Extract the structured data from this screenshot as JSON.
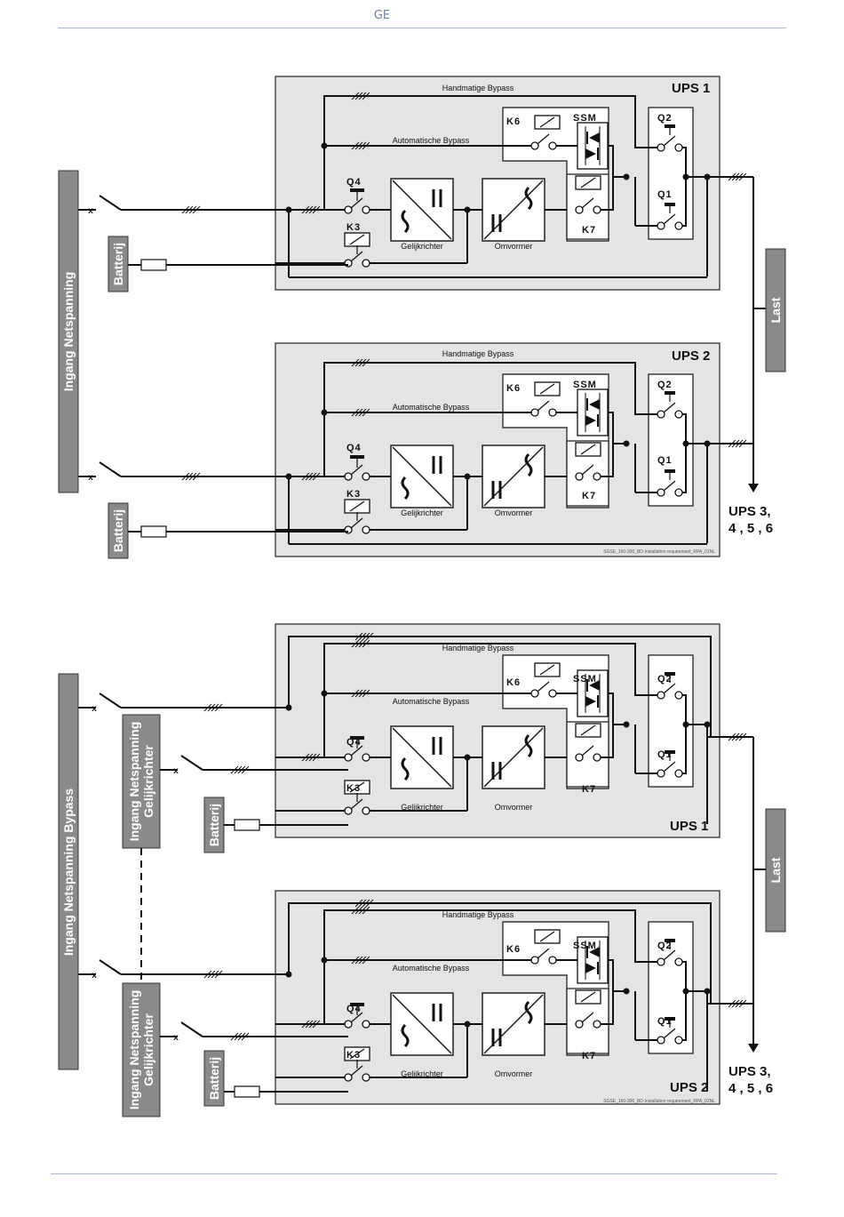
{
  "header": {
    "title": "GE"
  },
  "labels": {
    "handmatige_bypass": "Handmatige Bypass",
    "automatische_bypass": "Automatische Bypass",
    "gelijkrichter": "Gelijkrichter",
    "omvormer": "Omvormer",
    "batterij": "Batterij",
    "last": "Last",
    "ssm": "SSM",
    "k6": "K6",
    "k7": "K7",
    "k3": "K3",
    "q1": "Q1",
    "q2": "Q2",
    "q4": "Q4",
    "x": "x",
    "ups_more_1": "UPS 3,",
    "ups_more_2": "4 , 5 , 6"
  },
  "diagram1": {
    "input_bus": "Ingang Netspanning",
    "units": [
      {
        "title": "UPS 1"
      },
      {
        "title": "UPS 2"
      }
    ],
    "ref": "SGSE_160-300_BD-Installation requirement_RPA_01NL"
  },
  "diagram2": {
    "input_bus": "Ingang Netspanning Bypass",
    "rect_input_line1": "Ingang Netspanning",
    "rect_input_line2": "Gelijkrichter",
    "units": [
      {
        "title": "UPS 1"
      },
      {
        "title": "UPS 2"
      }
    ],
    "ref": "SGSE_160-300_BD-Installation requirement_RPA_02NL"
  }
}
